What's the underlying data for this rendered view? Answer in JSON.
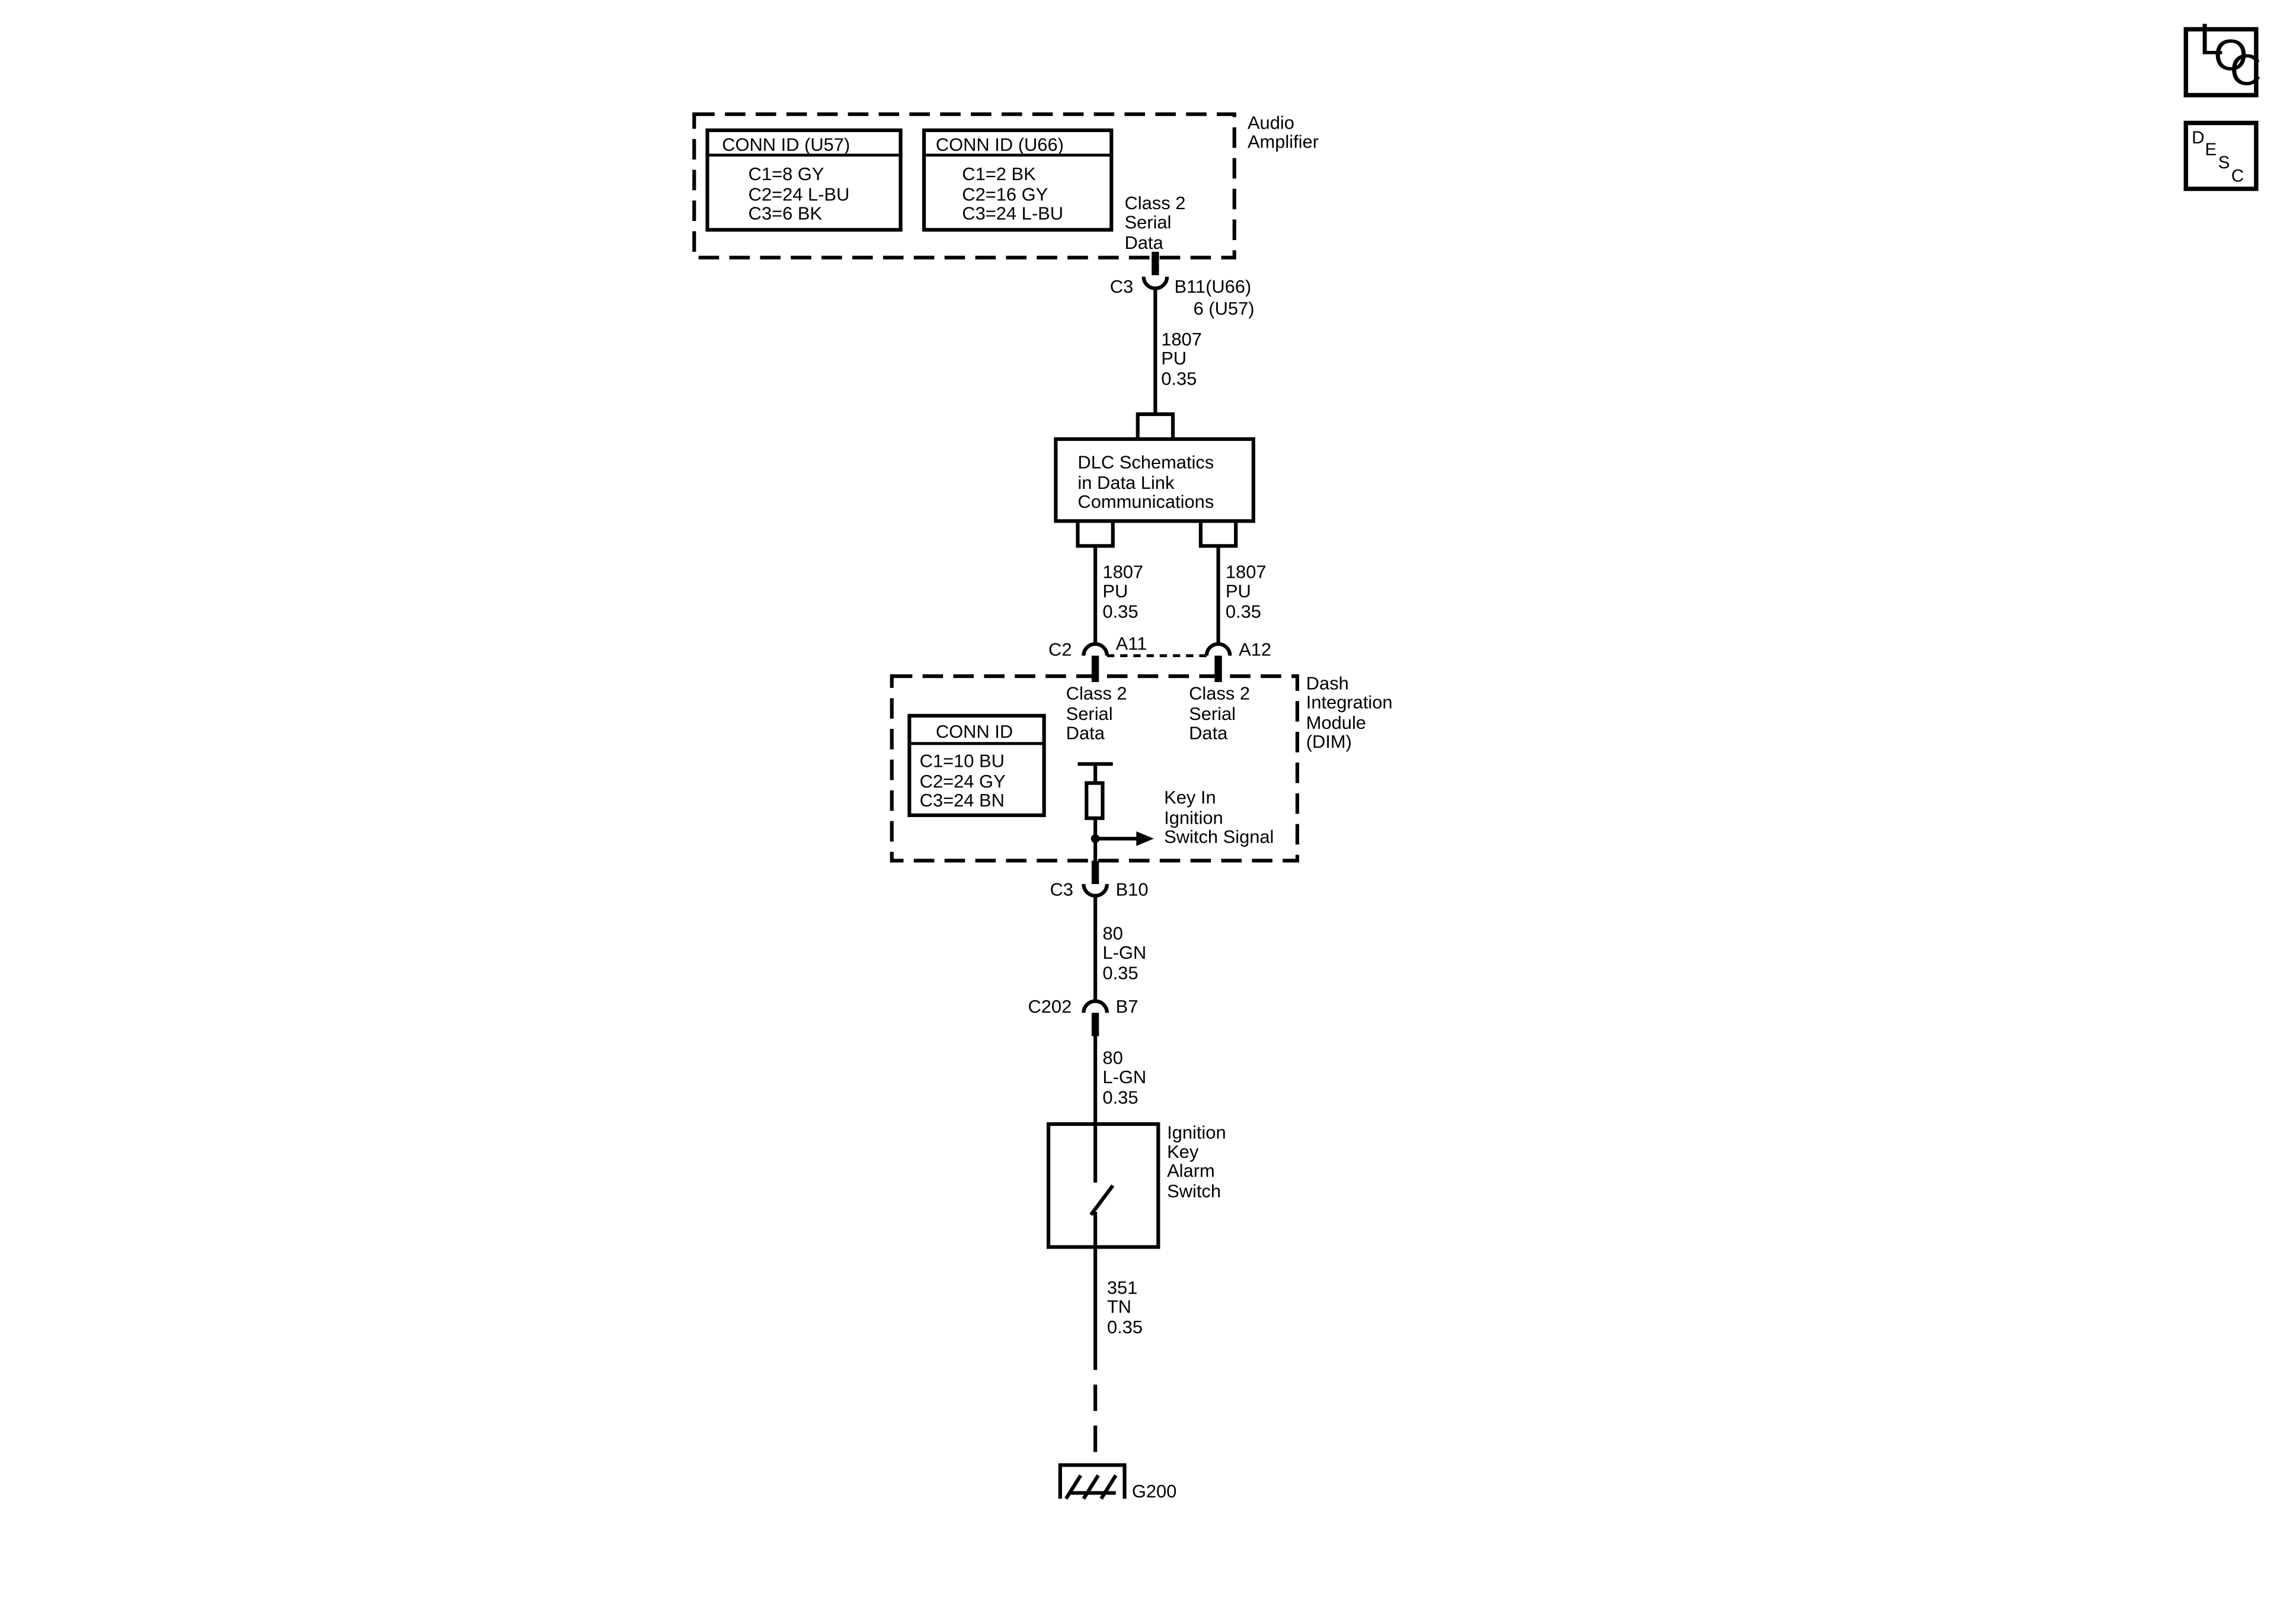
{
  "corner_buttons": {
    "loc": [
      "L",
      "O",
      "C"
    ],
    "desc": [
      "D",
      "E",
      "S",
      "C"
    ]
  },
  "audio_amplifier": {
    "name_lines": [
      "Audio",
      "Amplifier"
    ],
    "conn_u57": {
      "title": "CONN ID (U57)",
      "lines": [
        "C1=8 GY",
        "C2=24 L-BU",
        "C3=6 BK"
      ]
    },
    "conn_u66": {
      "title": "CONN ID (U66)",
      "lines": [
        "C1=2 BK",
        "C2=16 GY",
        "C3=24 L-BU"
      ]
    },
    "signal_lines": [
      "Class 2",
      "Serial",
      "Data"
    ],
    "connector_left": "C3",
    "connector_right_lines": [
      "B11(U66)",
      "6 (U57)"
    ]
  },
  "wire_top": {
    "lines": [
      "1807",
      "PU",
      "0.35"
    ]
  },
  "dlc": {
    "lines": [
      "DLC Schematics",
      "in Data Link",
      "Communications"
    ]
  },
  "wire_dlc_left": {
    "lines": [
      "1807",
      "PU",
      "0.35"
    ]
  },
  "wire_dlc_right": {
    "lines": [
      "1807",
      "PU",
      "0.35"
    ]
  },
  "dim_connectors": {
    "left_conn": "C2",
    "left_pin": "A11",
    "right_pin": "A12"
  },
  "dim": {
    "name_lines": [
      "Dash",
      "Integration",
      "Module",
      "(DIM)"
    ],
    "left_signal_lines": [
      "Class 2",
      "Serial",
      "Data"
    ],
    "right_signal_lines": [
      "Class 2",
      "Serial",
      "Data"
    ],
    "conn_id": {
      "title": "CONN ID",
      "lines": [
        "C1=10 BU",
        "C2=24 GY",
        "C3=24 BN"
      ]
    },
    "key_signal_lines": [
      "Key In",
      "Ignition",
      "Switch Signal"
    ],
    "bottom_conn": "C3",
    "bottom_pin": "B10"
  },
  "wire_80_a": {
    "lines": [
      "80",
      "L-GN",
      "0.35"
    ]
  },
  "c202": {
    "conn": "C202",
    "pin": "B7"
  },
  "wire_80_b": {
    "lines": [
      "80",
      "L-GN",
      "0.35"
    ]
  },
  "ignition_switch": {
    "lines": [
      "Ignition",
      "Key",
      "Alarm",
      "Switch"
    ]
  },
  "wire_351": {
    "lines": [
      "351",
      "TN",
      "0.35"
    ]
  },
  "ground": {
    "label": "G200"
  }
}
